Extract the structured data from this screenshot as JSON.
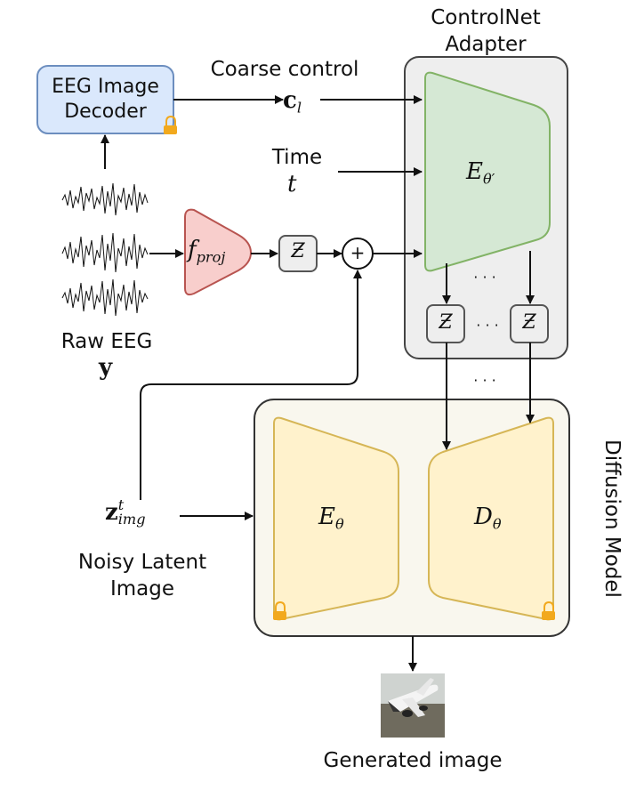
{
  "labels": {
    "controlnet_line1": "ControlNet",
    "controlnet_line2": "Adapter",
    "coarse_control": "Coarse control",
    "cl_main": "c",
    "cl_sub": "l",
    "eeg_decoder_line1": "EEG Image",
    "eeg_decoder_line2": "Decoder",
    "time": "Time",
    "t": "t",
    "e_theta_prime_main": "E",
    "e_theta_prime_sub": "θ′",
    "f_proj_main": "f",
    "f_proj_sub": "proj",
    "zero_conv": "Ƶ",
    "plus": "+",
    "ellipsis": "· · ·",
    "raw_eeg": "Raw EEG",
    "y": "y",
    "z_main": "z",
    "z_sup": "t",
    "z_sub": "img",
    "noisy_line1": "Noisy Latent",
    "noisy_line2": "Image",
    "e_theta_main": "E",
    "e_theta_sub": "θ",
    "d_theta_main": "D",
    "d_theta_sub": "θ",
    "diffusion_model": "Diffusion Model",
    "generated_image": "Generated image"
  },
  "colors": {
    "decoder_fill": "#dae8fc",
    "decoder_stroke": "#6c8ebf",
    "controlnet_fill": "#eeeeee",
    "encoder_green_fill": "#d5e8d4",
    "encoder_green_stroke": "#82b366",
    "proj_fill": "#f8cecc",
    "proj_stroke": "#b85450",
    "diffusion_fill": "#f9f7ee",
    "unet_fill": "#fff2cc",
    "unet_stroke": "#d6b656",
    "lock": "#f2a91d"
  },
  "icons": [
    "lock-icon",
    "eeg-waveform-icon",
    "generated-airplane-image"
  ]
}
